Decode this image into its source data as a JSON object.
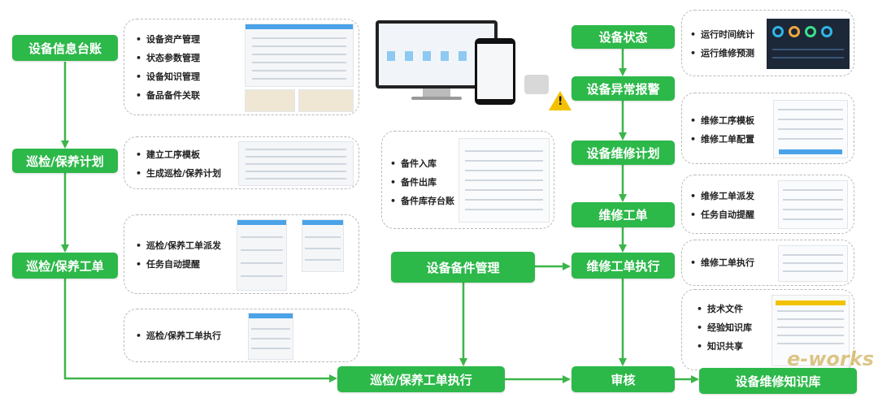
{
  "colors": {
    "accent_green": "#2db84a",
    "arrow_green": "#3cb54a",
    "panel_border": "#b9b9b9",
    "thumb_blue": "#4aa3e8"
  },
  "flow": {
    "asset_ledger": "设备信息台账",
    "inspect_plan": "巡检/保养计划",
    "inspect_order": "巡检/保养工单",
    "inspect_exec": "巡检/保养工单执行",
    "device_status": "设备状态",
    "device_alarm": "设备异常报警",
    "repair_plan": "设备维修计划",
    "repair_order": "维修工单",
    "repair_exec": "维修工单执行",
    "spare_mgmt": "设备备件管理",
    "audit": "审核",
    "knowledge_base": "设备维修知识库"
  },
  "panels": {
    "asset": [
      "设备资产管理",
      "状态参数管理",
      "设备知识管理",
      "备品备件关联"
    ],
    "plan": [
      "建立工序模板",
      "生成巡检/保养计划"
    ],
    "order": [
      "巡检/保养工单派发",
      "任务自动提醒"
    ],
    "exec": [
      "巡检/保养工单执行"
    ],
    "spare": [
      "备件入库",
      "备件出库",
      "备件库存台账"
    ],
    "status": [
      "运行时间统计",
      "运行维修预测"
    ],
    "repair_plan": [
      "维修工序模板",
      "维修工单配置"
    ],
    "repair_order": [
      "维修工单派发",
      "任务自动提醒"
    ],
    "repair_exec": [
      "维修工单执行"
    ],
    "knowledge": [
      "技术文件",
      "经验知识库",
      "知识共享"
    ]
  },
  "icons": {
    "alarm": "warning-triangle-icon",
    "devices": "monitor-phone-icon"
  },
  "watermark": "e-works"
}
